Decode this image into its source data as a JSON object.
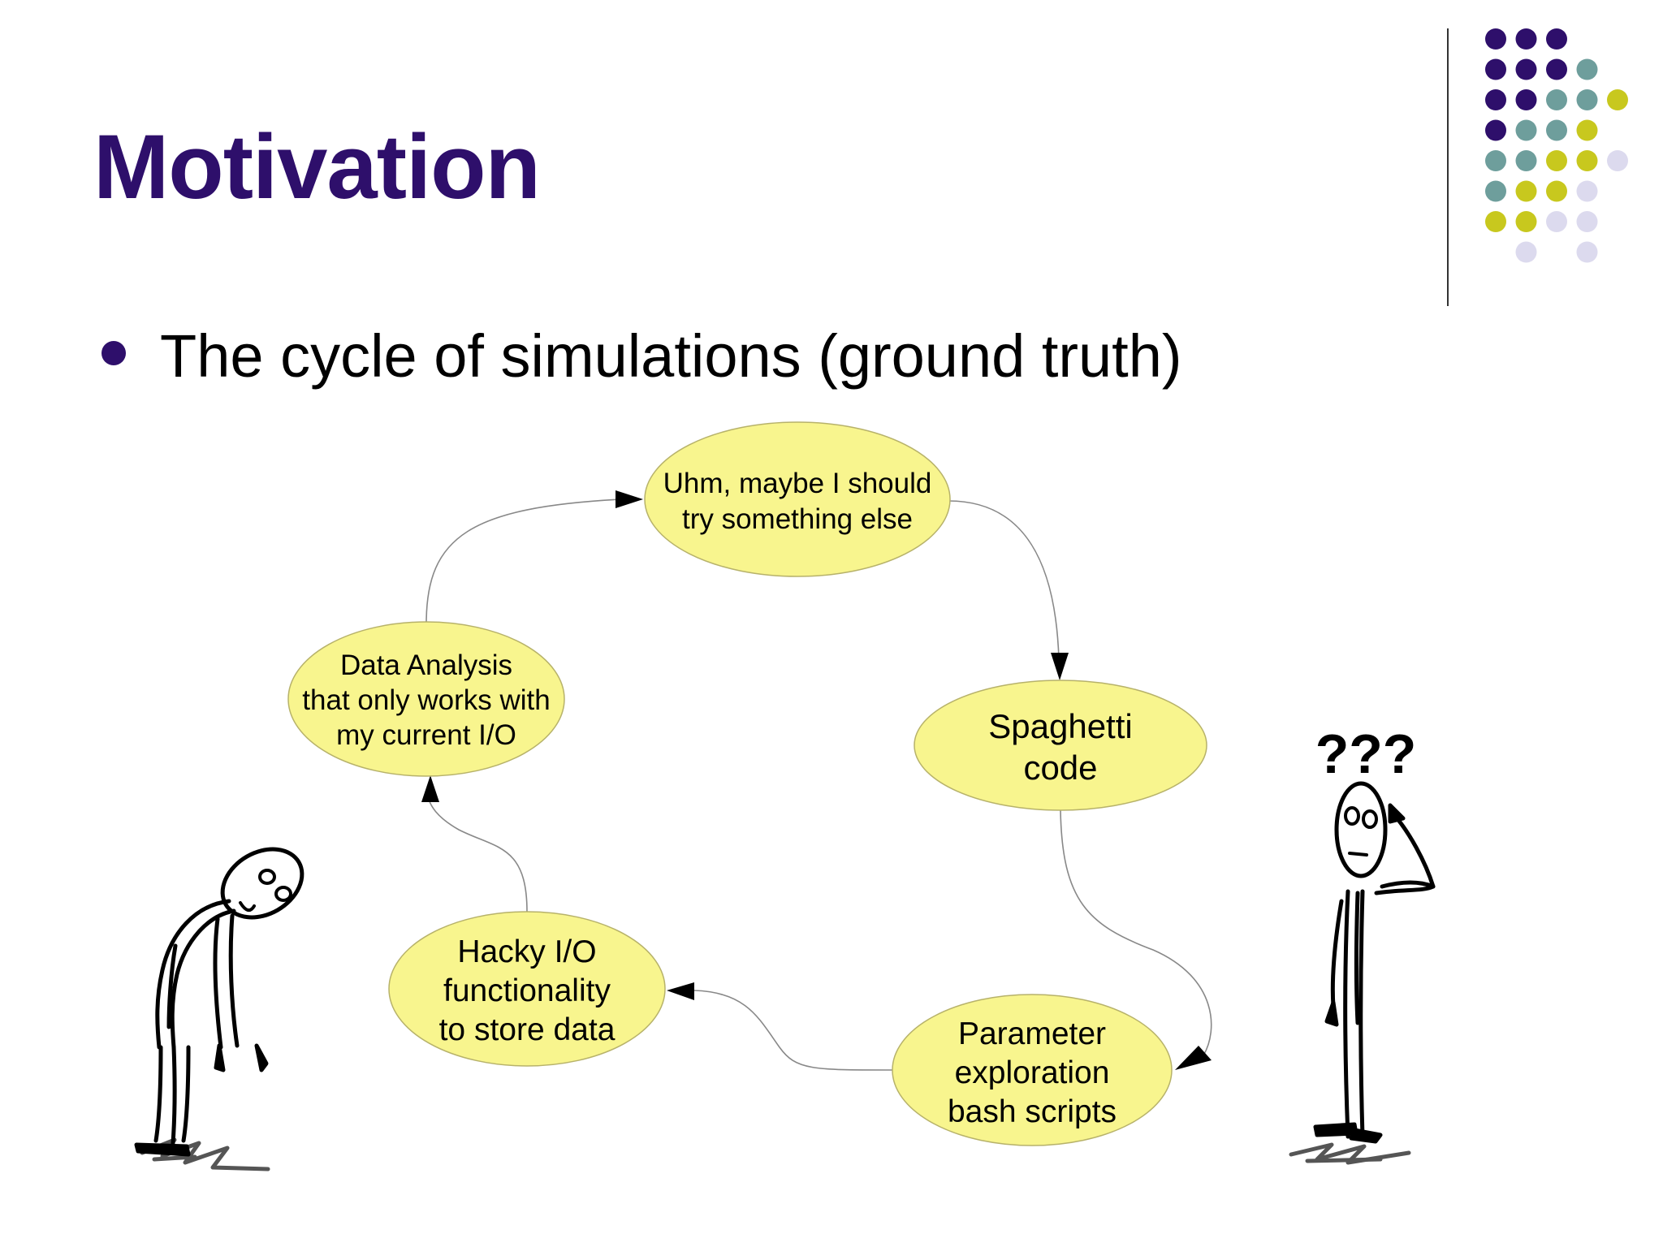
{
  "slide": {
    "title": "Motivation",
    "bullet": "The cycle of simulations (ground truth)"
  },
  "colors": {
    "title": "#2e0f6b",
    "node_fill": "#f8f58e",
    "node_stroke": "#b7b26a",
    "arrow": "#888888",
    "dot_purple": "#2e0f6b",
    "dot_teal": "#6e9e9c",
    "dot_olive": "#c8c81e",
    "dot_lavender": "#dcdaee"
  },
  "diagram": {
    "nodes": [
      {
        "id": "try-else",
        "lines": [
          "Uhm, maybe I should",
          "try something else"
        ]
      },
      {
        "id": "spaghetti",
        "lines": [
          "Spaghetti",
          "code"
        ]
      },
      {
        "id": "parameter",
        "lines": [
          "Parameter",
          "exploration",
          "bash scripts"
        ]
      },
      {
        "id": "hacky-io",
        "lines": [
          "Hacky I/O",
          "functionality",
          "to store data"
        ]
      },
      {
        "id": "data-analysis",
        "lines": [
          "Data Analysis",
          "that only works with",
          "my current I/O"
        ]
      }
    ],
    "edges": [
      {
        "from": "try-else",
        "to": "spaghetti"
      },
      {
        "from": "spaghetti",
        "to": "parameter"
      },
      {
        "from": "parameter",
        "to": "hacky-io"
      },
      {
        "from": "hacky-io",
        "to": "data-analysis"
      },
      {
        "from": "data-analysis",
        "to": "try-else"
      }
    ],
    "confused_label": "???"
  },
  "decoration": {
    "dot_rows": [
      [
        "purple",
        "purple",
        "purple",
        "none",
        "none"
      ],
      [
        "purple",
        "purple",
        "purple",
        "teal",
        "none"
      ],
      [
        "purple",
        "purple",
        "teal",
        "teal",
        "olive"
      ],
      [
        "purple",
        "teal",
        "teal",
        "olive",
        "none"
      ],
      [
        "teal",
        "teal",
        "olive",
        "olive",
        "lavender"
      ],
      [
        "teal",
        "olive",
        "olive",
        "lavender",
        "none"
      ],
      [
        "olive",
        "olive",
        "lavender",
        "lavender",
        "none"
      ],
      [
        "none",
        "lavender",
        "none",
        "lavender",
        "none"
      ]
    ]
  }
}
